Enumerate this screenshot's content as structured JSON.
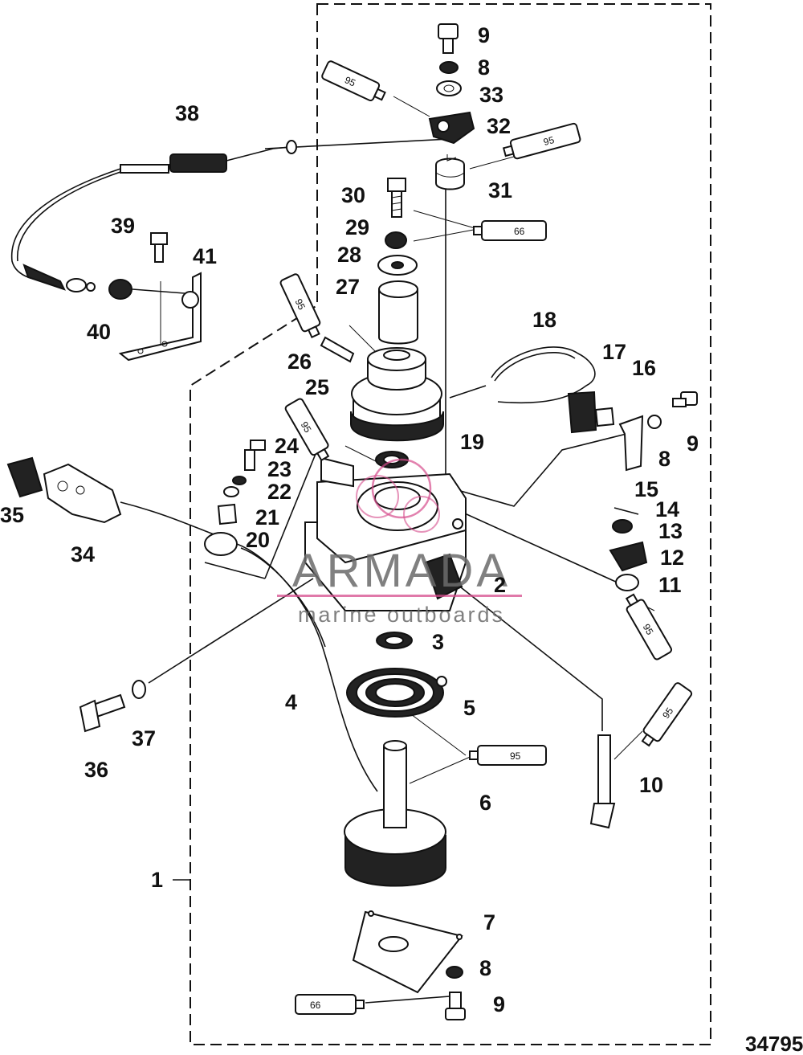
{
  "callouts": {
    "c1": "1",
    "c2": "2",
    "c3": "3",
    "c4": "4",
    "c5": "5",
    "c6": "6",
    "c7": "7",
    "c8a": "8",
    "c8b": "8",
    "c8c": "8",
    "c9a": "9",
    "c9b": "9",
    "c9c": "9",
    "c10": "10",
    "c11": "11",
    "c12": "12",
    "c13": "13",
    "c14": "14",
    "c15": "15",
    "c16": "16",
    "c17": "17",
    "c18": "18",
    "c19": "19",
    "c20": "20",
    "c21": "21",
    "c22": "22",
    "c23": "23",
    "c24": "24",
    "c25": "25",
    "c26": "26",
    "c27": "27",
    "c28": "28",
    "c29": "29",
    "c30": "30",
    "c31": "31",
    "c32": "32",
    "c33": "33",
    "c34": "34",
    "c35": "35",
    "c36": "36",
    "c37": "37",
    "c38": "38",
    "c39": "39",
    "c40": "40",
    "c41": "41"
  },
  "tubes": {
    "t1": "95",
    "t2": "95",
    "t3": "66",
    "t4": "95",
    "t5": "95",
    "t6": "95",
    "t7": "95",
    "t8": "95",
    "t9": "66"
  },
  "watermark": {
    "title": "ARMADA",
    "subtitle": "marine outboards",
    "accent_color": "#d64c8c"
  },
  "figure_number": "34795"
}
